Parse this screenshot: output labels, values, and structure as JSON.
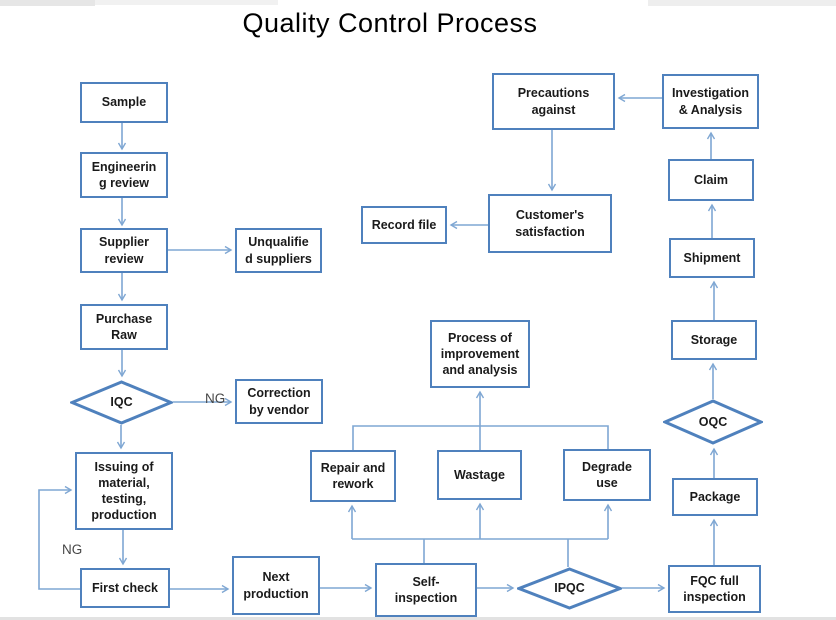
{
  "title": "Quality Control Process",
  "colors": {
    "box_border": "#4f81bd",
    "connector": "#7fa7d3",
    "node_text": "#1a1a1a",
    "title_text": "#000000",
    "ng_text": "#474747"
  },
  "nodes": {
    "sample": {
      "label": "Sample"
    },
    "eng_review": {
      "label": "Engineerin\ng review"
    },
    "supplier_review": {
      "label": "Supplier\nreview"
    },
    "unqualified": {
      "label": "Unqualifie\nd suppliers"
    },
    "purchase_raw": {
      "label": "Purchase\nRaw"
    },
    "iqc": {
      "label": "IQC"
    },
    "correction": {
      "label": "Correction\nby vendor"
    },
    "issuing": {
      "label": "Issuing of\nmaterial,\ntesting,\nproduction"
    },
    "first_check": {
      "label": "First check"
    },
    "next_production": {
      "label": "Next\nproduction"
    },
    "self_inspection": {
      "label": "Self-\ninspection"
    },
    "ipqc": {
      "label": "IPQC"
    },
    "fqc": {
      "label": "FQC full\ninspection"
    },
    "repair": {
      "label": "Repair and\nrework"
    },
    "wastage": {
      "label": "Wastage"
    },
    "degrade": {
      "label": "Degrade\nuse"
    },
    "process_improvement": {
      "label": "Process of\nimprovement\nand analysis"
    },
    "package": {
      "label": "Package"
    },
    "oqc": {
      "label": "OQC"
    },
    "storage": {
      "label": "Storage"
    },
    "shipment": {
      "label": "Shipment"
    },
    "claim": {
      "label": "Claim"
    },
    "investigation": {
      "label": "Investigation\n& Analysis"
    },
    "precautions": {
      "label": "Precautions\nagainst"
    },
    "customer": {
      "label": "Customer's\nsatisfaction"
    },
    "record_file": {
      "label": "Record file"
    }
  },
  "edge_labels": {
    "iqc_ng": "NG",
    "first_check_ng": "NG"
  }
}
